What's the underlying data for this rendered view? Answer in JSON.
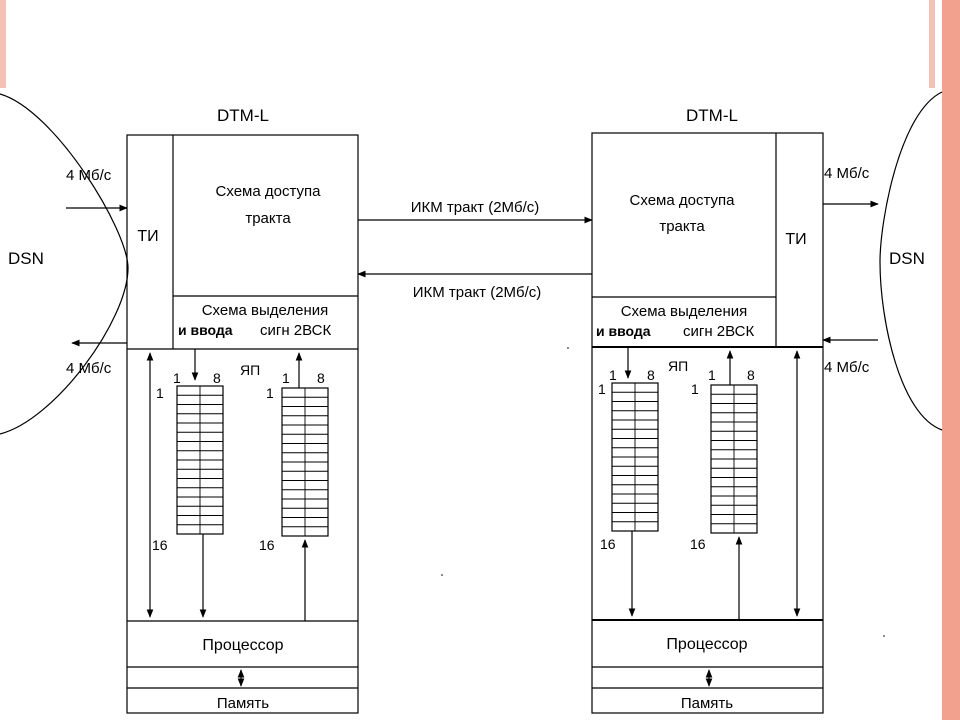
{
  "left": {
    "title": "DTM-L",
    "network": "DSN",
    "rate_in": "4 Мб/с",
    "rate_out": "4 Мб/с",
    "ti": "ТИ",
    "access_line1": "Схема доступа",
    "access_line2": "тракта",
    "extract_line1": "Схема выделения",
    "extract_line2a": "и ввода",
    "extract_line2b": "сигн 2ВСК",
    "yap": "ЯП",
    "q1_top_left": "1",
    "q1_top_right": "8",
    "q1_row_first": "1",
    "q1_row_last": "16",
    "q2_top_left": "1",
    "q2_top_right": "8",
    "q2_row_first": "1",
    "q2_row_last": "16",
    "processor": "Процессор",
    "memory": "Память"
  },
  "right": {
    "title": "DTM-L",
    "network": "DSN",
    "rate_in": "4 Мб/с",
    "rate_out": "4 Мб/с",
    "ti": "ТИ",
    "access_line1": "Схема доступа",
    "access_line2": "тракта",
    "extract_line1": "Схема выделения",
    "extract_line2a": "и ввода",
    "extract_line2b": "сигн 2ВСК",
    "yap": "ЯП",
    "q1_top_left": "1",
    "q1_top_right": "8",
    "q1_row_first": "1",
    "q1_row_last": "16",
    "q2_top_left": "1",
    "q2_top_right": "8",
    "q2_row_first": "1",
    "q2_row_last": "16",
    "processor": "Процессор",
    "memory": "Память"
  },
  "links": {
    "pcm_forward": "ИКМ тракт (2Мб/с)",
    "pcm_backward": "ИКМ тракт (2Мб/с)"
  },
  "queue_rows": 16,
  "colors": {
    "border_light": "#f3c2b5",
    "border_dark": "#f1a18e",
    "line": "#000000"
  }
}
